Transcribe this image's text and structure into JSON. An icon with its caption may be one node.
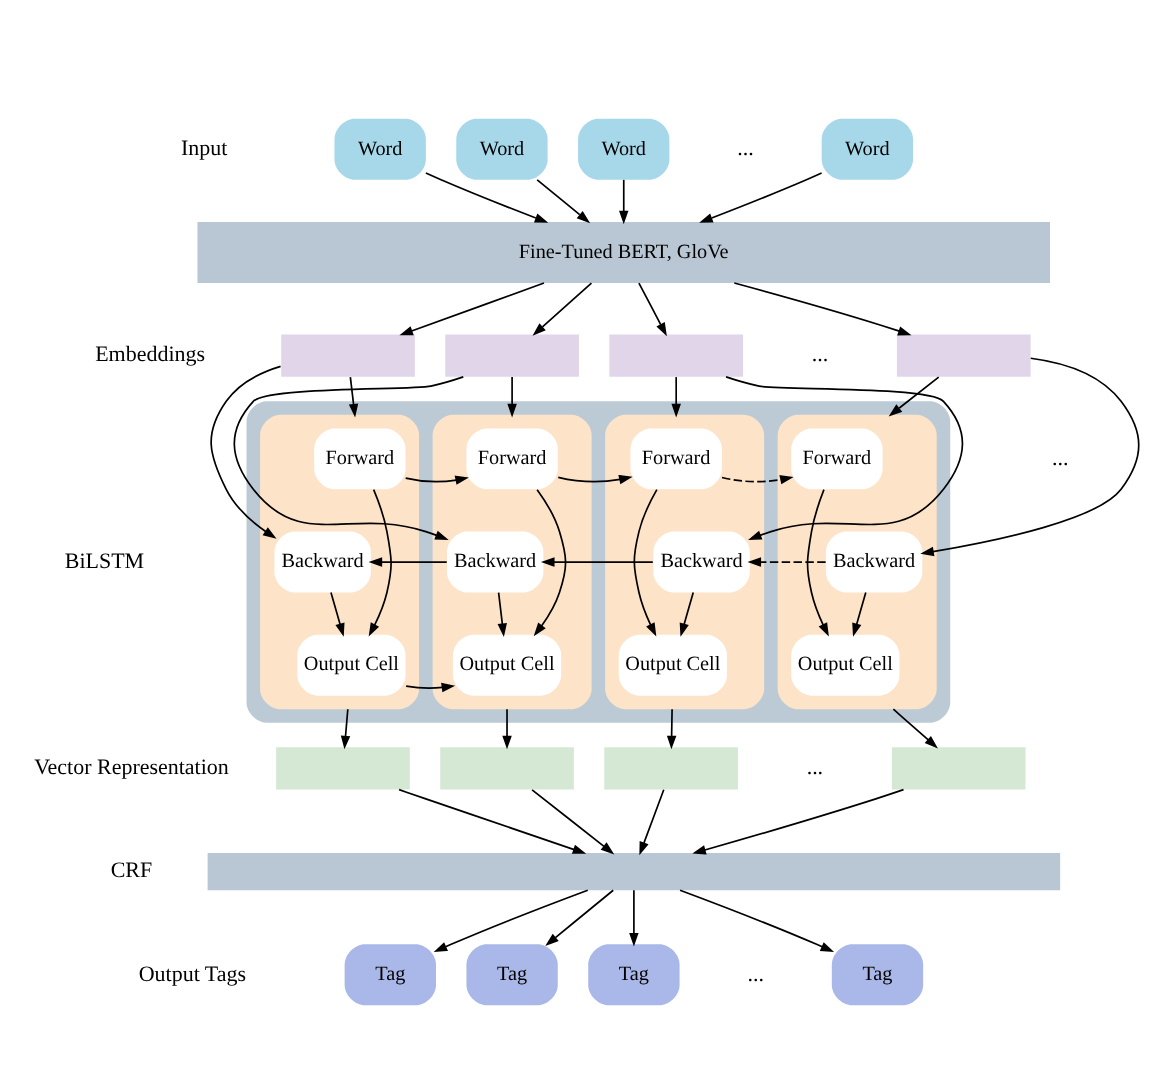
{
  "diagram": {
    "nodes": [
      {
        "text": [
          "Word"
        ]
      },
      {
        "text": [
          "Word"
        ]
      },
      {
        "text": [
          "Word"
        ]
      },
      {
        "text": [
          "Word"
        ]
      },
      {
        "text": [
          "Fine-Tuned BERT, GloVe"
        ]
      },
      {
        "text": [],
        "shape": "box"
      },
      {
        "text": [],
        "shape": "box"
      },
      {
        "text": [],
        "shape": "box"
      },
      {
        "text": [],
        "shape": "box"
      },
      {
        "text": [],
        "shape": "box"
      },
      {
        "text": [],
        "shape": "box",
        "in": 9
      },
      {
        "text": [
          "Forward"
        ],
        "in": 10
      },
      {
        "text": [
          "Backward"
        ],
        "in": 10
      },
      {
        "text": [
          "Output Cell"
        ],
        "in": 10
      },
      {
        "text": [],
        "shape": "box",
        "in": 9
      },
      {
        "text": [
          "Forward"
        ],
        "in": 14
      },
      {
        "text": [
          "Backward"
        ],
        "in": 14
      },
      {
        "text": [
          "Output Cell"
        ],
        "in": 14
      },
      {
        "text": [],
        "shape": "box",
        "in": 9
      },
      {
        "text": [
          "Forward"
        ],
        "in": 18
      },
      {
        "text": [
          "Backward"
        ],
        "in": 18
      },
      {
        "text": [
          "Output Cell"
        ],
        "in": 18
      },
      {
        "text": [],
        "shape": "box",
        "in": 9
      },
      {
        "text": [
          "Forward"
        ],
        "in": 22
      },
      {
        "text": [
          "Backward"
        ],
        "in": 22
      },
      {
        "text": [
          "Output Cell"
        ],
        "in": 22
      },
      {
        "text": [],
        "shape": "box"
      },
      {
        "text": [],
        "shape": "box"
      },
      {
        "text": [],
        "shape": "box"
      },
      {
        "text": [],
        "shape": "box"
      },
      {
        "text": [],
        "shape": "bar"
      },
      {
        "text": [
          "Tag"
        ]
      },
      {
        "text": [
          "Tag"
        ]
      },
      {
        "text": [
          "Tag"
        ]
      },
      {
        "text": [
          "Tag"
        ]
      }
    ],
    "edges": [
      {
        "from": 0,
        "to": 4,
        "arrow": "to"
      },
      {
        "from": 1,
        "to": 4,
        "arrow": "to"
      },
      {
        "from": 2,
        "to": 4,
        "arrow": "to"
      },
      {
        "from": 3,
        "to": 4,
        "arrow": "to"
      },
      {
        "from": 4,
        "to": 5,
        "arrow": "to"
      },
      {
        "from": 4,
        "to": 6,
        "arrow": "to"
      },
      {
        "from": 4,
        "to": 7,
        "arrow": "to"
      },
      {
        "from": 4,
        "to": 8,
        "arrow": "to"
      },
      {
        "from": 5,
        "to": 10,
        "arrow": "to"
      },
      {
        "from": 5,
        "to": 12,
        "arrow": "to"
      },
      {
        "from": 6,
        "to": 14,
        "arrow": "to"
      },
      {
        "from": 6,
        "to": 16,
        "arrow": "to"
      },
      {
        "from": 7,
        "to": 18,
        "arrow": "to"
      },
      {
        "from": 7,
        "to": 20,
        "arrow": "to"
      },
      {
        "from": 8,
        "to": 22,
        "arrow": "to"
      },
      {
        "from": 8,
        "to": 24,
        "arrow": "to"
      },
      {
        "from": 11,
        "to": 15,
        "arrow": "to"
      },
      {
        "from": 15,
        "to": 19,
        "arrow": "to"
      },
      {
        "from": 19,
        "to": 23,
        "arrow": "to",
        "style": "dashed"
      },
      {
        "from": 16,
        "to": 12,
        "arrow": "to"
      },
      {
        "from": 20,
        "to": 16,
        "arrow": "to"
      },
      {
        "from": 24,
        "to": 20,
        "arrow": "to",
        "style": "dashed"
      },
      {
        "from": 11,
        "to": 13,
        "arrow": "to"
      },
      {
        "from": 12,
        "to": 13,
        "arrow": "to"
      },
      {
        "from": 15,
        "to": 17,
        "arrow": "to"
      },
      {
        "from": 16,
        "to": 17,
        "arrow": "to"
      },
      {
        "from": 19,
        "to": 21,
        "arrow": "to"
      },
      {
        "from": 20,
        "to": 21,
        "arrow": "to"
      },
      {
        "from": 23,
        "to": 25,
        "arrow": "to"
      },
      {
        "from": 24,
        "to": 25,
        "arrow": "to"
      },
      {
        "from": 13,
        "to": 17,
        "arrow": "to"
      },
      {
        "from": 10,
        "to": 26,
        "arrow": "to"
      },
      {
        "from": 14,
        "to": 27,
        "arrow": "to"
      },
      {
        "from": 18,
        "to": 28,
        "arrow": "to"
      },
      {
        "from": 22,
        "to": 29,
        "arrow": "to"
      },
      {
        "from": 26,
        "to": 30,
        "arrow": "to"
      },
      {
        "from": 27,
        "to": 30,
        "arrow": "to"
      },
      {
        "from": 28,
        "to": 30,
        "arrow": "to"
      },
      {
        "from": 29,
        "to": 30,
        "arrow": "to"
      },
      {
        "from": 30,
        "to": 31,
        "arrow": "to"
      },
      {
        "from": 30,
        "to": 32,
        "arrow": "to"
      },
      {
        "from": 30,
        "to": 33,
        "arrow": "to"
      },
      {
        "from": 30,
        "to": 34,
        "arrow": "to"
      }
    ],
    "labels": [
      "Input",
      "...",
      "Embeddings",
      "...",
      "...",
      "BiLSTM",
      "Vector Representation",
      "...",
      "CRF",
      "Output Tags",
      "..."
    ]
  }
}
